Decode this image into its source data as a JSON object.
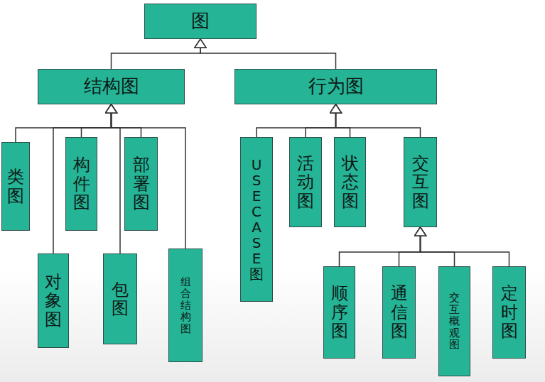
{
  "diagram": {
    "nodes": [
      {
        "text": [
          "图"
        ]
      },
      {
        "text": [
          "结构图"
        ]
      },
      {
        "text": [
          "行为图"
        ]
      },
      {
        "text": [
          "类图"
        ]
      },
      {
        "text": [
          "对象图"
        ]
      },
      {
        "text": [
          "构件图"
        ]
      },
      {
        "text": [
          "包图"
        ]
      },
      {
        "text": [
          "部署图"
        ]
      },
      {
        "text": [
          "组合结构图"
        ]
      },
      {
        "text": [
          "USECASE图"
        ]
      },
      {
        "text": [
          "活动图"
        ]
      },
      {
        "text": [
          "状态图"
        ]
      },
      {
        "text": [
          "交互图"
        ]
      },
      {
        "text": [
          "顺序图"
        ]
      },
      {
        "text": [
          "通信图"
        ]
      },
      {
        "text": [
          "交互概观图"
        ]
      },
      {
        "text": [
          "定时图"
        ]
      }
    ],
    "edges": [
      {
        "from": 1,
        "to": 0,
        "arrow": "to"
      },
      {
        "from": 2,
        "to": 0,
        "arrow": "to"
      },
      {
        "from": 3,
        "to": 1,
        "arrow": "to"
      },
      {
        "from": 4,
        "to": 1,
        "arrow": "to"
      },
      {
        "from": 5,
        "to": 1,
        "arrow": "to"
      },
      {
        "from": 6,
        "to": 1,
        "arrow": "to"
      },
      {
        "from": 7,
        "to": 1,
        "arrow": "to"
      },
      {
        "from": 8,
        "to": 1,
        "arrow": "to"
      },
      {
        "from": 9,
        "to": 2,
        "arrow": "to"
      },
      {
        "from": 10,
        "to": 2,
        "arrow": "to"
      },
      {
        "from": 11,
        "to": 2,
        "arrow": "to"
      },
      {
        "from": 12,
        "to": 2,
        "arrow": "to"
      },
      {
        "from": 13,
        "to": 12,
        "arrow": "to"
      },
      {
        "from": 14,
        "to": 12,
        "arrow": "to"
      },
      {
        "from": 15,
        "to": 12,
        "arrow": "to"
      },
      {
        "from": 16,
        "to": 12,
        "arrow": "to"
      }
    ]
  }
}
